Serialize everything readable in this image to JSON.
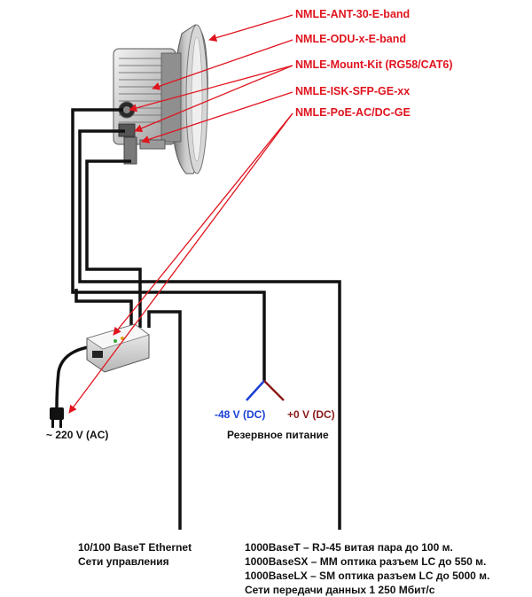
{
  "colors": {
    "callout": "#e0141e",
    "cable": "#111111",
    "neg_wire": "#1a3fd6",
    "pos_wire": "#8b1a1a"
  },
  "callouts": [
    "NMLE-ANT-30-E-band",
    "NMLE-ODU-x-E-band",
    "NMLE-Mount-Kit (RG58/CAT6)",
    "NMLE-ISK-SFP-GE-xx",
    "NMLE-PoE-AC/DC-GE"
  ],
  "power": {
    "ac": "~ 220 V (AC)",
    "dc_neg": "-48 V (DC)",
    "dc_pos": "+0 V (DC)",
    "backup": "Резервное питание"
  },
  "mgmt": {
    "line1": "10/100 BaseT Ethernet",
    "line2": "Сети управления"
  },
  "data_net": {
    "line1": "1000BaseT – RJ-45 витая пара до 100 м.",
    "line2": "1000BaseSX – MM оптика разъем LC до 550 м.",
    "line3": "1000BaseLX – SM оптика разъем LC до 5000 м.",
    "line4": "Сети передачи данных 1 250 Мбит/с"
  },
  "icons": [
    "antenna-dish-icon",
    "odu-radio-icon",
    "poe-injector-icon",
    "power-plug-icon"
  ]
}
